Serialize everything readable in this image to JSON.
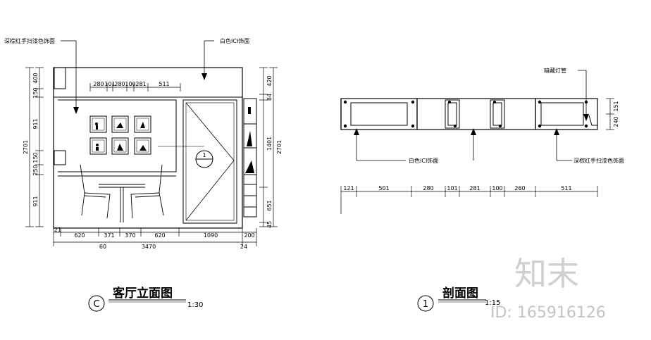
{
  "left_drawing": {
    "title": "客厅立面图",
    "ref": "C",
    "scale": "1:30",
    "annotations": {
      "left_top": "深棕红手扫漆色饰面",
      "right_top": "白色ICI饰面"
    },
    "top_dims": [
      "280",
      "101",
      "280",
      "100",
      "281",
      "511"
    ],
    "left_dims": [
      "400",
      "150",
      "911",
      "2701",
      "150",
      "250",
      "911"
    ],
    "right_dims": [
      "420",
      "84",
      "1401",
      "2701",
      "651",
      "45"
    ],
    "bottom_dims": [
      "21",
      "620",
      "371",
      "370",
      "620",
      "1090",
      "200"
    ],
    "bottom_sub": [
      "60",
      "3470",
      "24"
    ],
    "section_marker": "1"
  },
  "right_drawing": {
    "title": "剖面图",
    "ref": "1",
    "scale": "1:15",
    "annotations": {
      "top_right": "暗藏灯管",
      "middle": "白色ICI饰面",
      "bottom_right": "深棕红手扫漆色饰面"
    },
    "bottom_dims": [
      "121",
      "501",
      "280",
      "101",
      "281",
      "100",
      "260",
      "511"
    ],
    "right_dims": [
      "151",
      "240"
    ]
  },
  "watermark": {
    "logo": "知末",
    "id": "ID: 165916126"
  }
}
